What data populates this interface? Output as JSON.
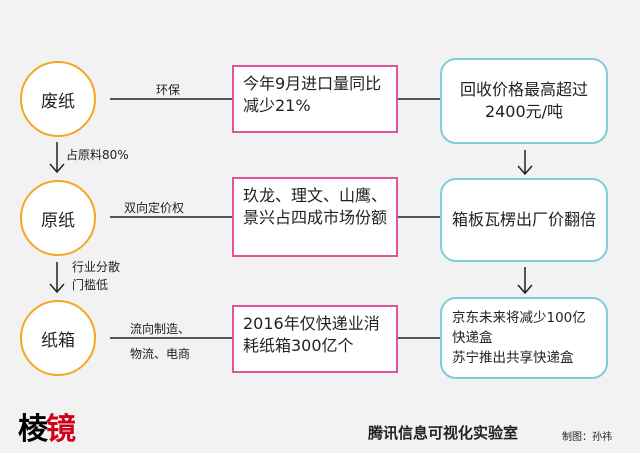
{
  "circles": {
    "waste_paper": "废纸",
    "raw_paper": "原纸",
    "carton": "纸箱"
  },
  "labels": {
    "env": "环保",
    "raw_share": "占原料80%",
    "pricing": "双向定价权",
    "scattered_1": "行业分散",
    "scattered_2": "门槛低",
    "flows_1": "流向制造、",
    "flows_2": "物流、电商"
  },
  "pink_boxes": {
    "import": "今年9月进口量同比减少21%",
    "share": "玖龙、理文、山鹰、景兴占四成市场份额",
    "express": "2016年仅快递业消耗纸箱300亿个"
  },
  "blue_boxes": {
    "recycle": "回收价格最高超过2400元/吨",
    "double": "箱板瓦楞出厂价翻倍",
    "jd": "京东未来将减少100亿快递盒",
    "suning": "苏宁推出共享快递盒"
  },
  "footer": {
    "logo_part1": "棱",
    "logo_part2": "镜",
    "brand": "腾讯信息可视化实验室",
    "credit": "制图：孙祎"
  }
}
